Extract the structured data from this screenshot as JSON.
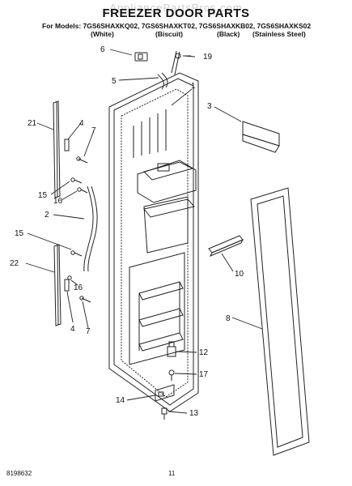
{
  "watermark": "AppliancePartsPros.com",
  "title": "FREEZER DOOR PARTS",
  "models_line": "For Models: 7GS6SHAXKQ02, 7GS6SHAXKT02, 7GS6SHAXKB02, 7GS6SHAXKS02",
  "colors": [
    "(White)",
    "(Biscuit)",
    "(Black)",
    "(Stainless Steel)"
  ],
  "callouts": {
    "c1": "1",
    "c2": "2",
    "c3": "3",
    "c4a": "4",
    "c4b": "4",
    "c5": "5",
    "c6": "6",
    "c7a": "7",
    "c7b": "7",
    "c8": "8",
    "c10": "10",
    "c12": "12",
    "c13": "13",
    "c14": "14",
    "c15a": "15",
    "c15b": "15",
    "c16a": "16",
    "c16b": "16",
    "c17": "17",
    "c19": "19",
    "c21": "21",
    "c22": "22"
  },
  "footer": {
    "part_number": "8198632",
    "page": "11"
  }
}
